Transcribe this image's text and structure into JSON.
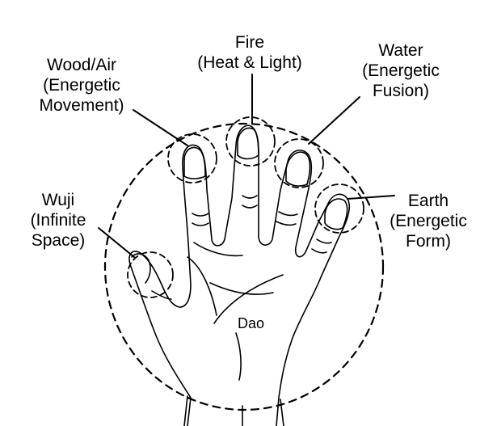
{
  "labels": {
    "fire": {
      "line1": "Fire",
      "line2": "(Heat & Light)"
    },
    "wood": {
      "line1": "Wood/Air",
      "line2": "(Energetic",
      "line3": "Movement)"
    },
    "water": {
      "line1": "Water",
      "line2": "(Energetic",
      "line3": "Fusion)"
    },
    "wuji": {
      "line1": "Wuji",
      "line2": "(Infinite",
      "line3": "Space)"
    },
    "earth": {
      "line1": "Earth",
      "line2": "(Energetic",
      "line3": "Form)"
    },
    "dao": "Dao"
  }
}
